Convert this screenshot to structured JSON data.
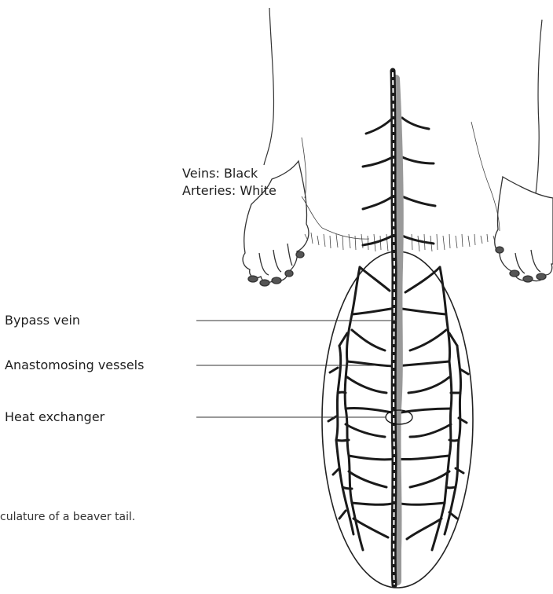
{
  "legend": {
    "veins": "Veins: Black",
    "arteries": "Arteries: White"
  },
  "labels": {
    "bypass_vein": "Bypass vein",
    "anastomosing_vessels": "Anastomosing vessels",
    "heat_exchanger": "Heat exchanger"
  },
  "caption": "culature of a beaver tail.",
  "colors": {
    "vein": "#1a1a1a",
    "artery": "#ffffff",
    "bypass_vein": "#9a9a9a",
    "outline": "#222222"
  }
}
